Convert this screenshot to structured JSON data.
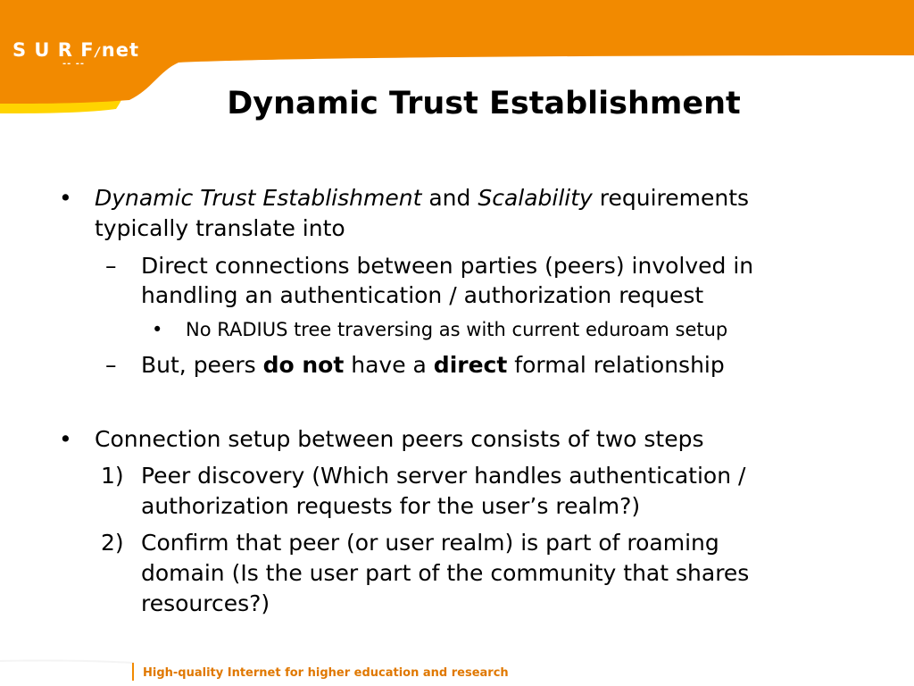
{
  "header": {
    "logo_text": "S U R F",
    "logo_slash": "/",
    "logo_net": "net",
    "logo_deco": "-- --"
  },
  "slide": {
    "title": "Dynamic Trust Establishment",
    "bullets": [
      {
        "marker": "•",
        "part1": "Dynamic Trust Establishment",
        "part2": " and ",
        "part3": "Scalability",
        "part4": " requirements",
        "line2": "typically translate into",
        "subitems": [
          {
            "marker": "–",
            "line1": "Direct connections between parties (peers) involved in",
            "line2": "handling an authentication / authorization request",
            "subsub": {
              "marker": "•",
              "text": "No RADIUS tree traversing as with current eduroam setup"
            }
          },
          {
            "marker": "–",
            "part1": "But, peers ",
            "part2": "do not",
            "part3": " have a ",
            "part4": "direct",
            "part5": " formal relationship"
          }
        ]
      },
      {
        "marker": "•",
        "text": "Connection setup between peers consists of two steps",
        "steps": [
          {
            "marker": "1)",
            "line1": "Peer discovery (Which server handles authentication /",
            "line2": "authorization requests for the user’s realm?)"
          },
          {
            "marker": "2)",
            "line1": "Confirm that peer (or user realm) is part of roaming",
            "line2": "domain (Is the user part of the community that shares",
            "line3": "resources?)"
          }
        ]
      }
    ]
  },
  "footer": {
    "text": "High-quality Internet for higher education and research"
  },
  "colors": {
    "banner_orange": "#f28a00",
    "banner_yellow": "#ffd400",
    "footer_text": "#e07800"
  }
}
